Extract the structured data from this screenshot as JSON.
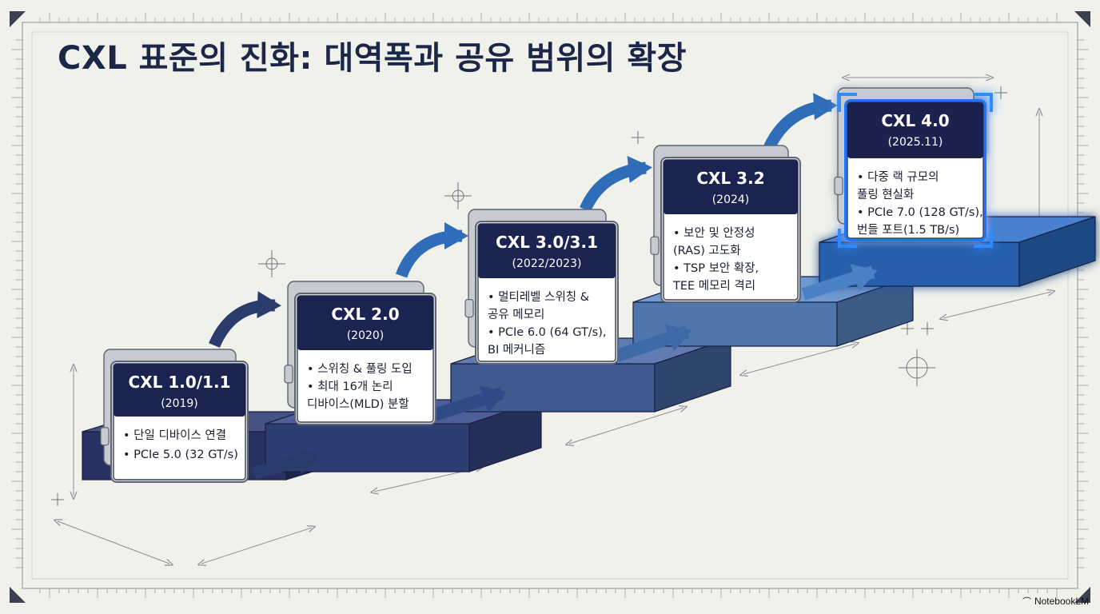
{
  "title": "CXL 표준의 진화: 대역폭과 공유 범위의 확장",
  "stages": [
    {
      "name": "CXL 1.0/1.1",
      "year": "(2019)",
      "lines": [
        "• 단일 디바이스 연결",
        "• PCIe 5.0 (32 GT/s)"
      ],
      "platform_color": "#2e3a73",
      "highlight": false
    },
    {
      "name": "CXL 2.0",
      "year": "(2020)",
      "lines": [
        "• 스위칭 & 풀링 도입",
        "• 최대 16개 논리",
        "  디바이스(MLD) 분할"
      ],
      "platform_color": "#37488a",
      "highlight": false
    },
    {
      "name": "CXL 3.0/3.1",
      "year": "(2022/2023)",
      "lines": [
        "• 멀티레벨 스위칭 &",
        "  공유 메모리",
        "• PCIe 6.0 (64 GT/s),",
        "  BI 메커니즘"
      ],
      "platform_color": "#4a6aa8",
      "highlight": false
    },
    {
      "name": "CXL 3.2",
      "year": "(2024)",
      "lines": [
        "• 보안 및 안정성",
        "  (RAS) 고도화",
        "• TSP 보안 확장,",
        "  TEE 메모리 격리"
      ],
      "platform_color": "#5d8ccb",
      "highlight": false
    },
    {
      "name": "CXL 4.0",
      "year": "(2025.11)",
      "lines": [
        "• 다중 랙 규모의",
        "  풀링 현실화",
        "• PCIe 7.0 (128 GT/s),",
        "  번들 포트(1.5 TB/s)"
      ],
      "platform_color": "#2f6fc9",
      "highlight": true
    }
  ],
  "brand": {
    "label": "NotebookLM",
    "icon": "notebooklm-logo-icon"
  },
  "colors": {
    "card_header": "#1b2450",
    "card_body": "#ffffff",
    "card_frame": "#a6acb6",
    "arrow_dark": "#2b3b6b",
    "arrow_blue": "#2f6db8",
    "glow": "#2e8cff",
    "line": "#8a8f98"
  }
}
